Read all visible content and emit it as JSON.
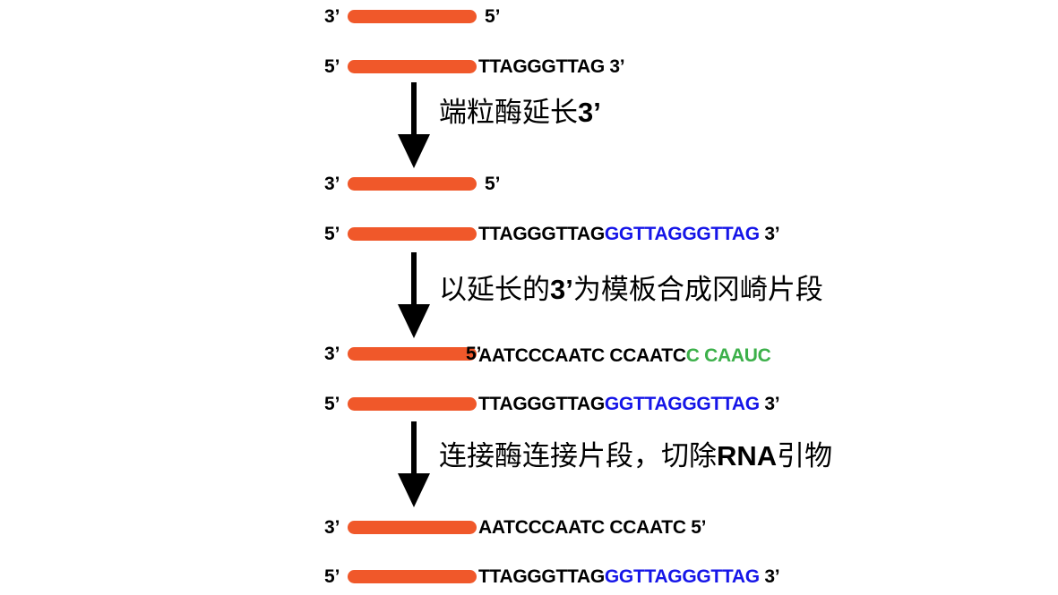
{
  "primes": {
    "three": "3’",
    "five": "5’"
  },
  "colors": {
    "bar": "#f0582a",
    "extension": "#1515e8",
    "rna_primer": "#3cb04a",
    "arrow": "#000000"
  },
  "stage1": {
    "top": {
      "left": "3’",
      "right": "5’"
    },
    "bottom": {
      "left": "5’",
      "seq": "TTAGGGTTAG",
      "end": "3’"
    }
  },
  "step1": {
    "text": "端粒酶延长",
    "bold": "3’"
  },
  "stage2": {
    "top": {
      "left": "3’",
      "right": "5’"
    },
    "bottom": {
      "left": "5’",
      "seq": "TTAGGGTTAG",
      "ext": "GGTTAGGGTTAG",
      "end": "3’"
    }
  },
  "step2": {
    "pre": "以延长的",
    "bold": "3’",
    "post": "为模板合成冈崎片段"
  },
  "stage3": {
    "top": {
      "left": "3’",
      "right": "5’",
      "seq": "AATCCCAATC CCAATC",
      "primer": "C CAAUC"
    },
    "bottom": {
      "left": "5’",
      "seq": "TTAGGGTTAG",
      "ext": "GGTTAGGGTTAG",
      "end": "3’"
    }
  },
  "step3": {
    "pre": "连接酶连接片段，切除",
    "bold": "RNA",
    "post": "引物"
  },
  "stage4": {
    "top": {
      "left": "3’",
      "seq": "AATCCCAATC CCAATC",
      "end": "5’"
    },
    "bottom": {
      "left": "5’",
      "seq": "TTAGGGTTAG",
      "ext": "GGTTAGGGTTAG",
      "end": "3’"
    }
  }
}
